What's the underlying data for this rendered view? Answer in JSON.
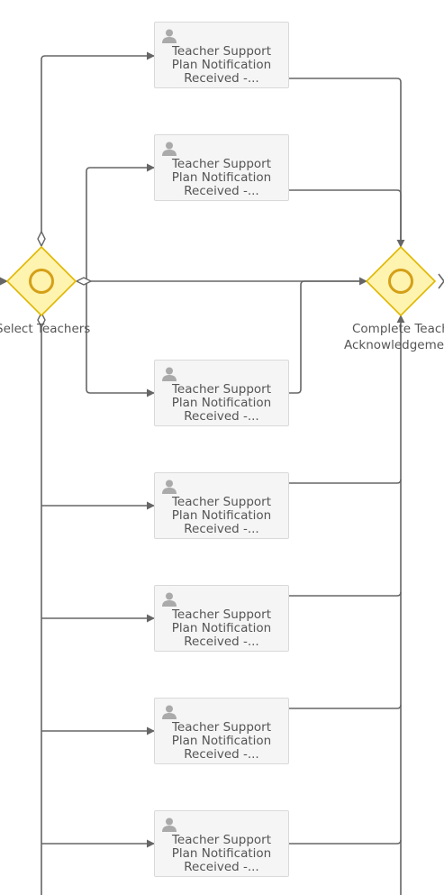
{
  "gateways": {
    "split": {
      "label": "Select Teachers"
    },
    "join": {
      "label_line1": "Complete Teacher",
      "label_line2": "Acknowledgement"
    }
  },
  "tasks": [
    {
      "label": "Teacher Support Plan Notification Received -...",
      "icon": "user-icon"
    },
    {
      "label": "Teacher Support Plan Notification Received -...",
      "icon": "user-icon"
    },
    {
      "label": "Teacher Support Plan Notification Received -...",
      "icon": "user-icon"
    },
    {
      "label": "Teacher Support Plan Notification Received -...",
      "icon": "user-icon"
    },
    {
      "label": "Teacher Support Plan Notification Received -...",
      "icon": "user-icon"
    },
    {
      "label": "Teacher Support Plan Notification Received -...",
      "icon": "user-icon"
    },
    {
      "label": "Teacher Support Plan Notification Received -...",
      "icon": "user-icon"
    }
  ],
  "colors": {
    "gateway_fill": "#fff3b0",
    "gateway_stroke": "#e0b800",
    "gateway_ring": "#d4a017",
    "flow_line": "#666666",
    "task_fill": "#f5f5f5",
    "task_border": "#d9d9d9",
    "text": "#555555",
    "icon": "#aaaaaa"
  }
}
